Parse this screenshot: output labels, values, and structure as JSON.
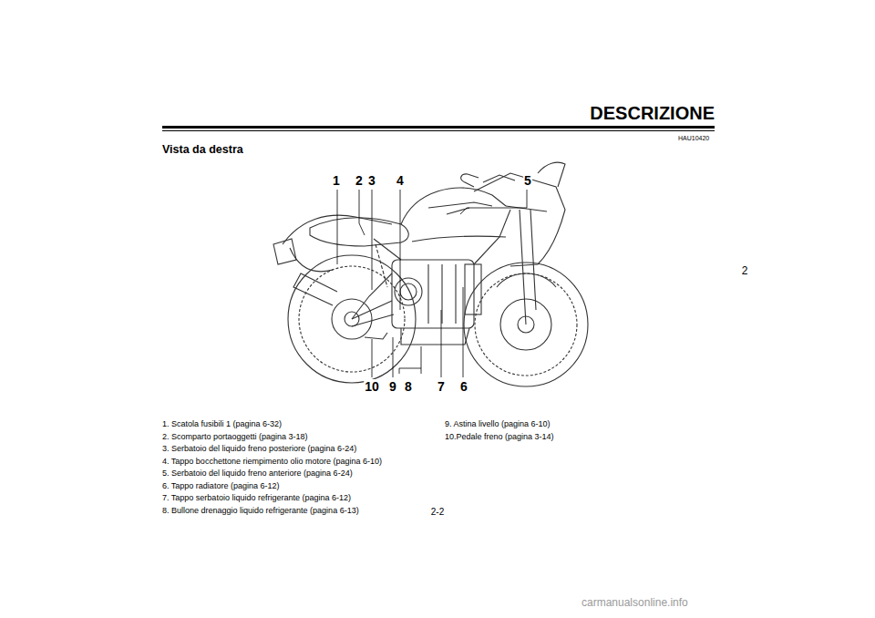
{
  "diagram": {
    "title": "DESCRIZIONE",
    "labels": [
      "HAU10420",
      "Vista da destra",
      "2",
      "1",
      "2",
      "3",
      "4",
      "5",
      "10",
      "9",
      "8",
      "7",
      "6",
      "1. Scatola fusibili 1 (pagina 6-32)",
      "2. Scomparto portaoggetti (pagina 3-18)",
      "3. Serbatoio del liquido freno posteriore (pagina 6-24)",
      "4. Tappo bocchettone riempimento olio motore (pagina 6-10)",
      "5. Serbatoio del liquido freno anteriore (pagina 6-24)",
      "6. Tappo radiatore (pagina 6-12)",
      "7. Tappo serbatoio liquido refrigerante (pagina 6-12)",
      "8. Bullone drenaggio liquido refrigerante (pagina 6-13)",
      "9. Astina livello (pagina 6-10)",
      "10.Pedale freno (pagina 3-14)",
      "2-2",
      "carmanualsonline.info"
    ]
  }
}
